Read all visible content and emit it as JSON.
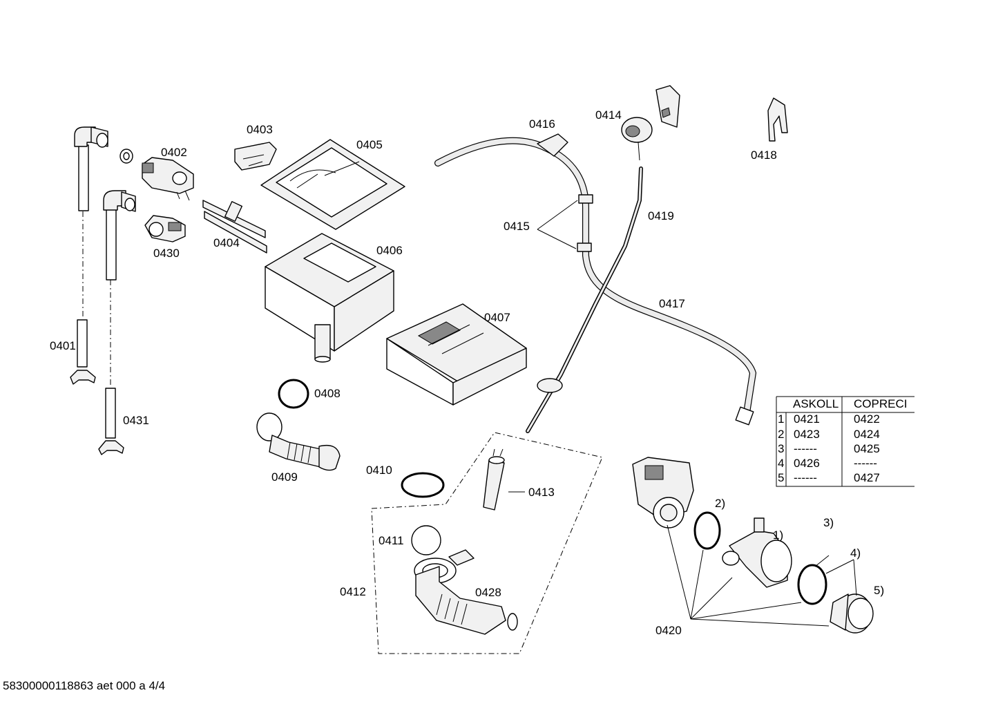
{
  "labels": {
    "p0401": "0401",
    "p0402": "0402",
    "p0403": "0403",
    "p0404": "0404",
    "p0405": "0405",
    "p0406": "0406",
    "p0407": "0407",
    "p0408": "0408",
    "p0409": "0409",
    "p0410": "0410",
    "p0411": "0411",
    "p0412": "0412",
    "p0413": "0413",
    "p0414": "0414",
    "p0415": "0415",
    "p0416": "0416",
    "p0417": "0417",
    "p0418": "0418",
    "p0419": "0419",
    "p0420": "0420",
    "p0428": "0428",
    "p0430": "0430",
    "p0431": "0431",
    "n1": "1)",
    "n2": "2)",
    "n3": "3)",
    "n4": "4)",
    "n5": "5)"
  },
  "table": {
    "headers": [
      "ASKOLL",
      "COPRECI"
    ],
    "rows": [
      {
        "idx": "1",
        "askoll": "0421",
        "copreci": "0422"
      },
      {
        "idx": "2",
        "askoll": "0423",
        "copreci": "0424"
      },
      {
        "idx": "3",
        "askoll": "------",
        "copreci": "0425"
      },
      {
        "idx": "4",
        "askoll": "0426",
        "copreci": "------"
      },
      {
        "idx": "5",
        "askoll": "------",
        "copreci": "0427"
      }
    ]
  },
  "footer": "58300000118863 aet 000 a 4/4"
}
